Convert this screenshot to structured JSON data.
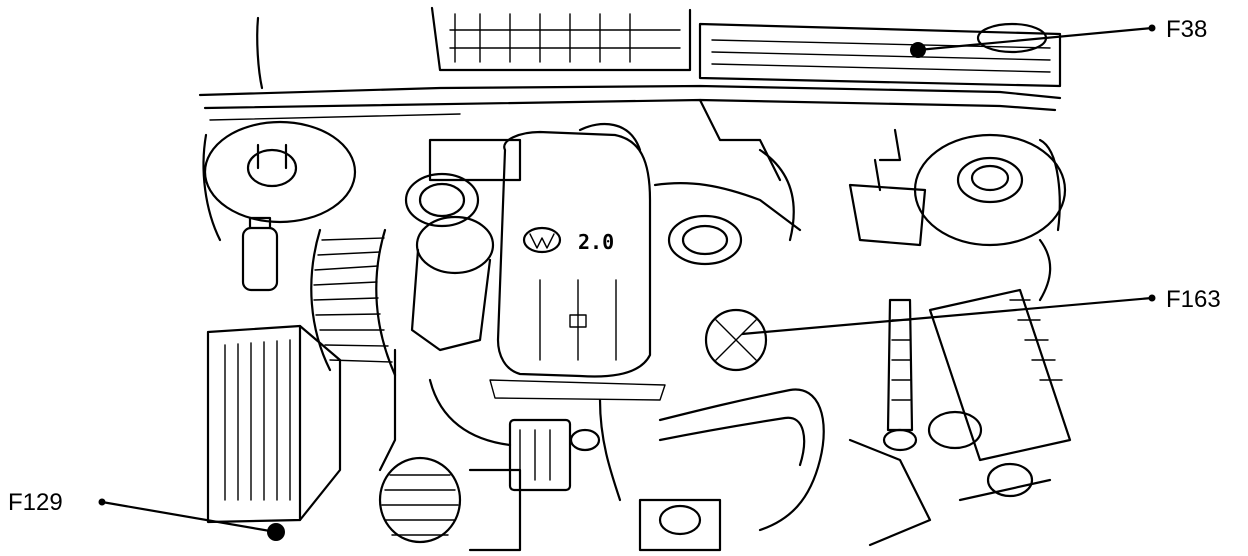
{
  "callouts": {
    "f38": {
      "label": "F38"
    },
    "f163": {
      "label": "F163"
    },
    "f129": {
      "label": "F129"
    }
  },
  "engine_cover": {
    "badge": "2.0"
  },
  "colors": {
    "ink": "#000000",
    "paper": "#ffffff"
  },
  "icons": {
    "brand_logo": "vw-logo-icon"
  }
}
